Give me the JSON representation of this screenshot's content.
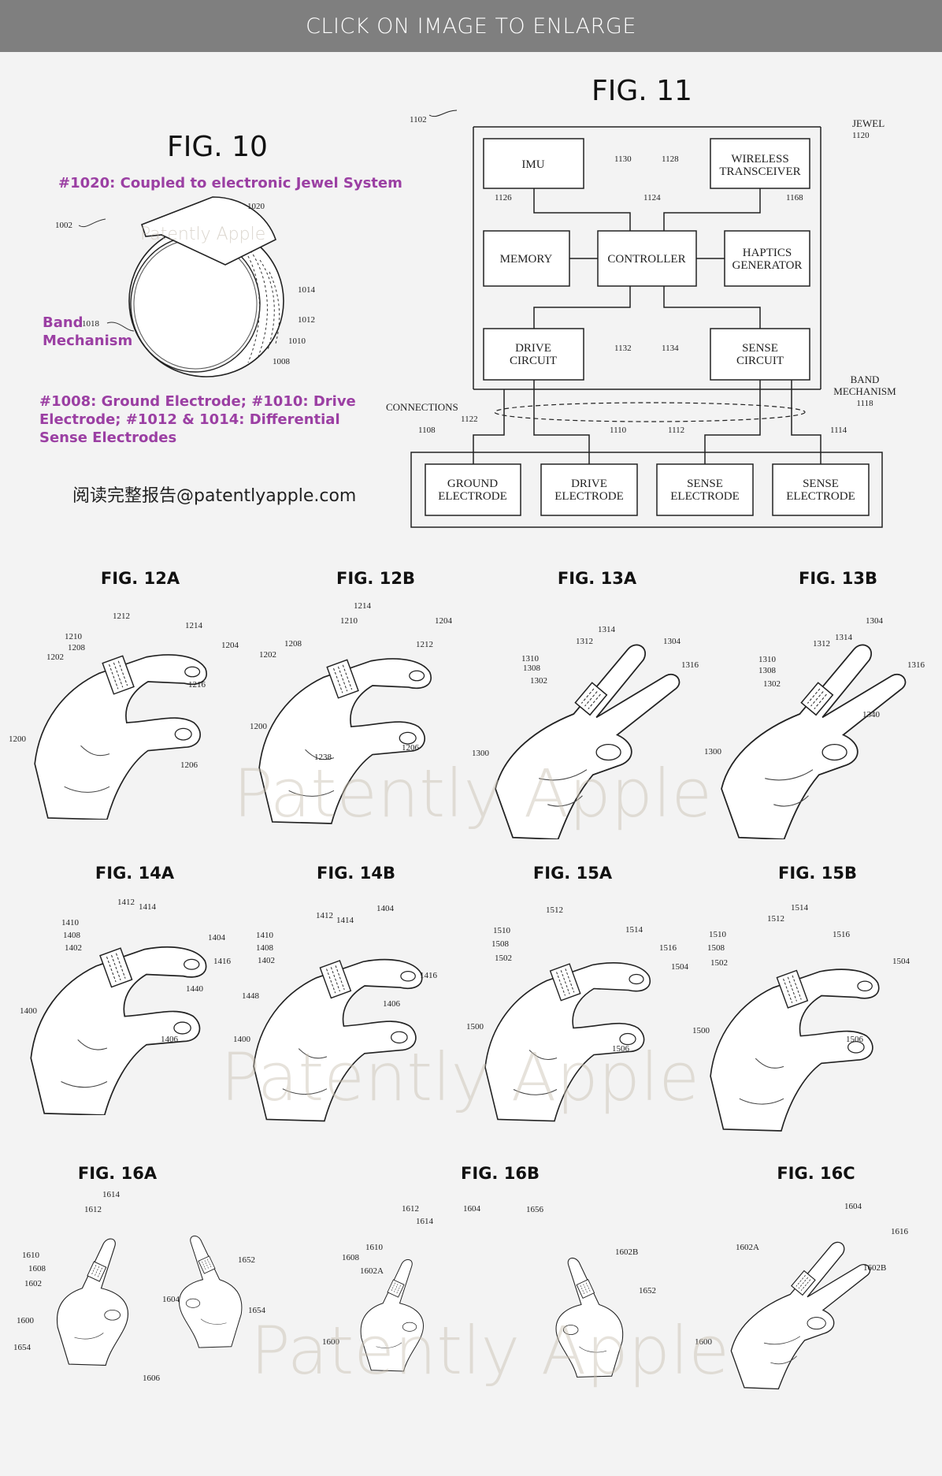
{
  "header": {
    "banner": "CLICK ON IMAGE TO ENLARGE"
  },
  "fig10": {
    "title": "FIG. 10",
    "caption_top": "#1020: Coupled to electronic Jewel System",
    "band_word": "Band",
    "mechanism_word": "Mechanism",
    "caption_bottom": [
      "#1008: Ground Electrode; #1010: Drive",
      "Electrode; #1012 & 1014: Differential",
      "Sense Electrodes"
    ],
    "labels": {
      "l1020": "1020",
      "l1002": "1002",
      "l1014": "1014",
      "l1012": "1012",
      "l1010": "1010",
      "l1008": "1008",
      "l1018": "1018"
    },
    "watermark": "Patently Apple"
  },
  "footer_cn": "阅读完整报告@patentlyapple.com",
  "fig11": {
    "title": "FIG. 11",
    "blocks": {
      "imu": "IMU",
      "wireless_1": "WIRELESS",
      "wireless_2": "TRANSCEIVER",
      "memory": "MEMORY",
      "controller": "CONTROLLER",
      "haptics_1": "HAPTICS",
      "haptics_2": "GENERATOR",
      "drive_1": "DRIVE",
      "drive_2": "CIRCUIT",
      "sense_1": "SENSE",
      "sense_2": "CIRCUIT"
    },
    "electrodes": [
      {
        "line1": "GROUND",
        "line2": "ELECTRODE"
      },
      {
        "line1": "DRIVE",
        "line2": "ELECTRODE"
      },
      {
        "line1": "SENSE",
        "line2": "ELECTRODE"
      },
      {
        "line1": "SENSE",
        "line2": "ELECTRODE"
      }
    ],
    "labels": {
      "l1102": "1102",
      "jewel": "JEWEL",
      "l1120": "1120",
      "l1130": "1130",
      "l1128": "1128",
      "l1126": "1126",
      "l1124": "1124",
      "l1168": "1168",
      "l1132": "1132",
      "l1134": "1134",
      "band1": "BAND",
      "band2": "MECHANISM",
      "l1118": "1118",
      "connections": "CONNECTIONS",
      "l1122": "1122",
      "l1108": "1108",
      "l1110": "1110",
      "l1112": "1112",
      "l1114": "1114"
    }
  },
  "hand_figures": [
    {
      "title": "FIG. 12A",
      "labels": [
        "1212",
        "1214",
        "1210",
        "1208",
        "1202",
        "1204",
        "1216",
        "1200",
        "1206"
      ]
    },
    {
      "title": "FIG. 12B",
      "labels": [
        "1214",
        "1210",
        "1204",
        "1208",
        "1212",
        "1202",
        "1200",
        "1238",
        "1206"
      ]
    },
    {
      "title": "FIG. 13A",
      "labels": [
        "1314",
        "1312",
        "1304",
        "1316",
        "1310",
        "1308",
        "1302",
        "1300"
      ]
    },
    {
      "title": "FIG. 13B",
      "labels": [
        "1304",
        "1314",
        "1312",
        "1310",
        "1308",
        "1302",
        "1316",
        "1340",
        "1300"
      ]
    },
    {
      "title": "FIG. 14A",
      "labels": [
        "1412",
        "1414",
        "1410",
        "1408",
        "1402",
        "1404",
        "1416",
        "1440",
        "1400",
        "1406"
      ]
    },
    {
      "title": "FIG. 14B",
      "labels": [
        "1404",
        "1412",
        "1414",
        "1410",
        "1408",
        "1402",
        "1416",
        "1448",
        "1406",
        "1400"
      ]
    },
    {
      "title": "FIG. 15A",
      "labels": [
        "1512",
        "1510",
        "1514",
        "1508",
        "1516",
        "1502",
        "1504",
        "1500",
        "1506"
      ]
    },
    {
      "title": "FIG. 15B",
      "labels": [
        "1514",
        "1512",
        "1510",
        "1516",
        "1508",
        "1502",
        "1504",
        "1500",
        "1506"
      ]
    },
    {
      "title": "FIG. 16A",
      "labels": [
        "1614",
        "1612",
        "1610",
        "1608",
        "1602",
        "1652",
        "1604",
        "1654",
        "1600",
        "1654",
        "1606"
      ]
    },
    {
      "title": "FIG. 16B",
      "labels": [
        "1612",
        "1614",
        "1610",
        "1608",
        "1602A",
        "1600",
        "1604",
        "1656",
        "1602B",
        "1652"
      ]
    },
    {
      "title": "FIG. 16C",
      "labels": [
        "1604",
        "1616",
        "1602A",
        "1602B",
        "1600"
      ]
    }
  ],
  "watermark": "Patently Apple",
  "colors": {
    "banner": "#7f7f7f",
    "annotation_purple": "#9b3fa3",
    "background": "#f3f3f3"
  }
}
